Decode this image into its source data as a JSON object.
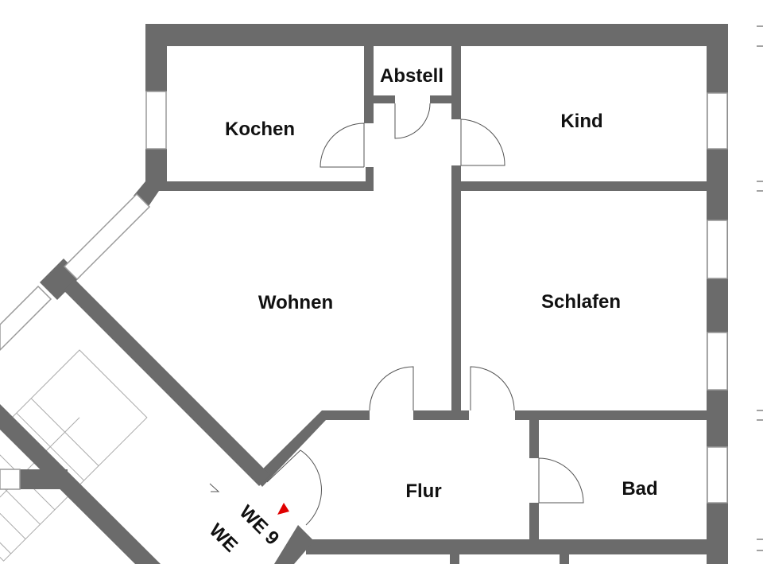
{
  "plan": {
    "rooms": {
      "kochen": "Kochen",
      "abstell": "Abstell",
      "kind": "Kind",
      "wohnen": "Wohnen",
      "schlafen": "Schlafen",
      "flur": "Flur",
      "bad": "Bad"
    },
    "unit_labels": [
      "WE 9",
      "WE"
    ],
    "colors": {
      "wall": "#6b6b6b",
      "entrance_marker": "#e00000"
    }
  }
}
